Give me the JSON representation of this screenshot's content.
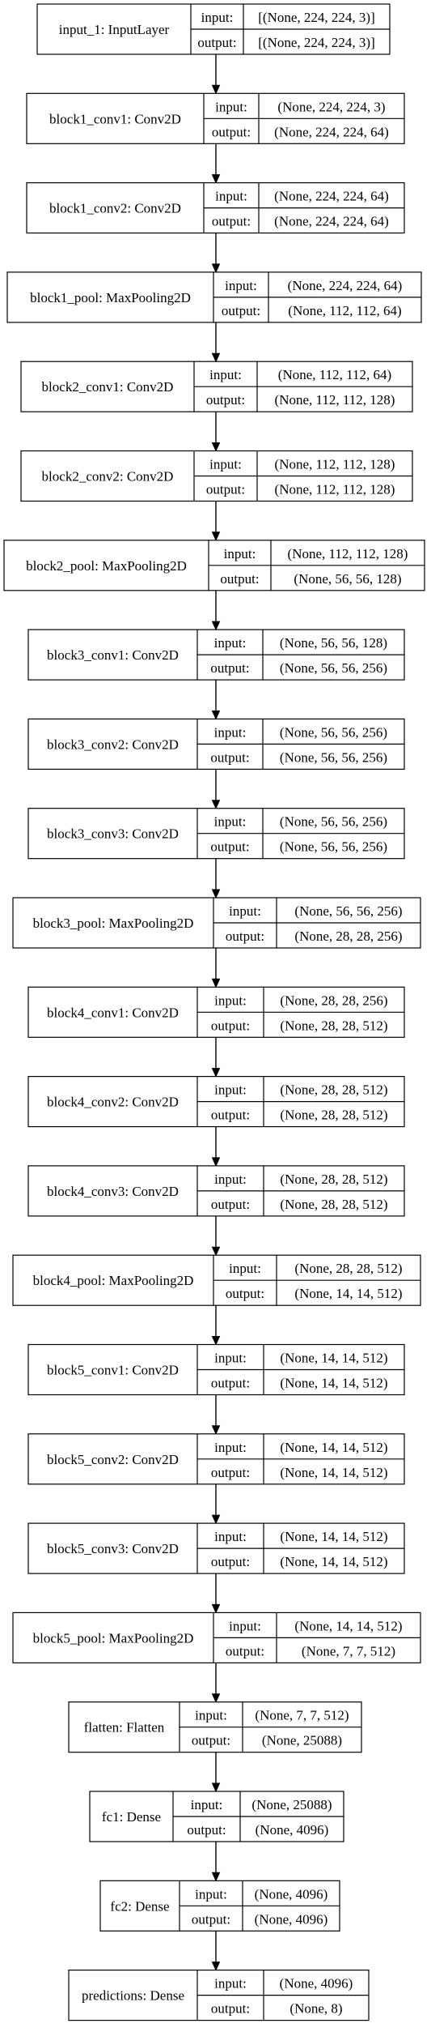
{
  "diagram": {
    "labels": {
      "input": "input:",
      "output": "output:"
    },
    "layers": [
      {
        "title": "input_1: InputLayer",
        "input": "[(None, 224, 224, 3)]",
        "output": "[(None, 224, 224, 3)]"
      },
      {
        "title": "block1_conv1: Conv2D",
        "input": "(None, 224, 224, 3)",
        "output": "(None, 224, 224, 64)"
      },
      {
        "title": "block1_conv2: Conv2D",
        "input": "(None, 224, 224, 64)",
        "output": "(None, 224, 224, 64)"
      },
      {
        "title": "block1_pool: MaxPooling2D",
        "input": "(None, 224, 224, 64)",
        "output": "(None, 112, 112, 64)"
      },
      {
        "title": "block2_conv1: Conv2D",
        "input": "(None, 112, 112, 64)",
        "output": "(None, 112, 112, 128)"
      },
      {
        "title": "block2_conv2: Conv2D",
        "input": "(None, 112, 112, 128)",
        "output": "(None, 112, 112, 128)"
      },
      {
        "title": "block2_pool: MaxPooling2D",
        "input": "(None, 112, 112, 128)",
        "output": "(None, 56, 56, 128)"
      },
      {
        "title": "block3_conv1: Conv2D",
        "input": "(None, 56, 56, 128)",
        "output": "(None, 56, 56, 256)"
      },
      {
        "title": "block3_conv2: Conv2D",
        "input": "(None, 56, 56, 256)",
        "output": "(None, 56, 56, 256)"
      },
      {
        "title": "block3_conv3: Conv2D",
        "input": "(None, 56, 56, 256)",
        "output": "(None, 56, 56, 256)"
      },
      {
        "title": "block3_pool: MaxPooling2D",
        "input": "(None, 56, 56, 256)",
        "output": "(None, 28, 28, 256)"
      },
      {
        "title": "block4_conv1: Conv2D",
        "input": "(None, 28, 28, 256)",
        "output": "(None, 28, 28, 512)"
      },
      {
        "title": "block4_conv2: Conv2D",
        "input": "(None, 28, 28, 512)",
        "output": "(None, 28, 28, 512)"
      },
      {
        "title": "block4_conv3: Conv2D",
        "input": "(None, 28, 28, 512)",
        "output": "(None, 28, 28, 512)"
      },
      {
        "title": "block4_pool: MaxPooling2D",
        "input": "(None, 28, 28, 512)",
        "output": "(None, 14, 14, 512)"
      },
      {
        "title": "block5_conv1: Conv2D",
        "input": "(None, 14, 14, 512)",
        "output": "(None, 14, 14, 512)"
      },
      {
        "title": "block5_conv2: Conv2D",
        "input": "(None, 14, 14, 512)",
        "output": "(None, 14, 14, 512)"
      },
      {
        "title": "block5_conv3: Conv2D",
        "input": "(None, 14, 14, 512)",
        "output": "(None, 14, 14, 512)"
      },
      {
        "title": "block5_pool: MaxPooling2D",
        "input": "(None, 14, 14, 512)",
        "output": "(None, 7, 7, 512)"
      },
      {
        "title": "flatten: Flatten",
        "input": "(None, 7, 7, 512)",
        "output": "(None, 25088)"
      },
      {
        "title": "fc1: Dense",
        "input": "(None, 25088)",
        "output": "(None, 4096)"
      },
      {
        "title": "fc2: Dense",
        "input": "(None, 4096)",
        "output": "(None, 4096)"
      },
      {
        "title": "predictions: Dense",
        "input": "(None, 4096)",
        "output": "(None, 8)"
      }
    ]
  }
}
